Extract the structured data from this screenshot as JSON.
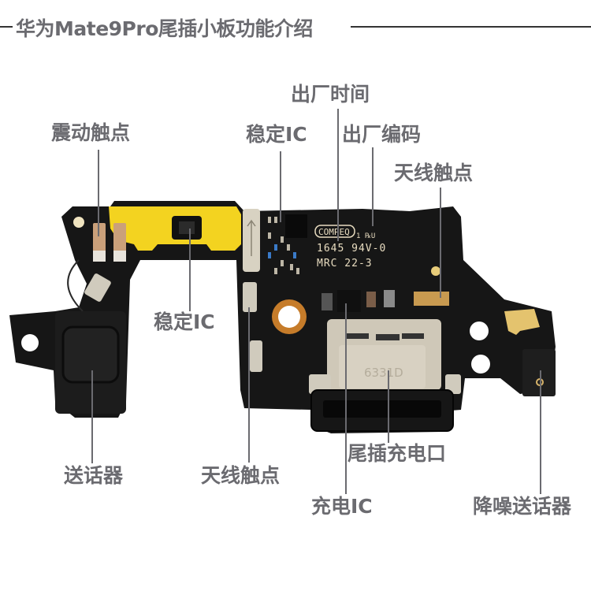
{
  "title": "华为Mate9Pro尾插小板功能介绍",
  "colors": {
    "label_text": "#6b6b70",
    "pcb_black": "#141414",
    "stiffener_yellow": "#f2d21e",
    "gold_contact": "#d8b46a",
    "metal_silver": "#c9c4b8",
    "leader_line": "#6b6b70"
  },
  "silkscreen": {
    "brand": "COMPEQ",
    "ul_mark": "1 ℞U",
    "line2": "1645 94V-0",
    "line3": "MRC 22-3",
    "connector_code": "6331D"
  },
  "labels": {
    "vibration_contact": "震动触点",
    "stabilizer_ic_top": "稳定IC",
    "factory_time": "出厂时间",
    "factory_code": "出厂编码",
    "antenna_contact_top": "天线触点",
    "stabilizer_ic_mid": "稳定IC",
    "microphone": "送话器",
    "antenna_contact_bottom": "天线触点",
    "charging_port": "尾插充电口",
    "charging_ic": "充电IC",
    "noise_cancel_mic": "降噪送话器"
  }
}
